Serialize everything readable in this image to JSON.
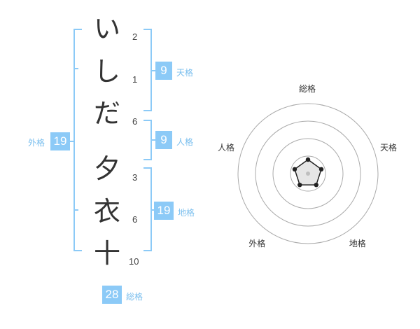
{
  "name": {
    "chars": [
      {
        "char": "い",
        "strokes": "2"
      },
      {
        "char": "し",
        "strokes": "1"
      },
      {
        "char": "だ",
        "strokes": "6"
      },
      {
        "char": "夕",
        "strokes": "3"
      },
      {
        "char": "衣",
        "strokes": "6"
      },
      {
        "char": "十",
        "strokes": "10"
      }
    ]
  },
  "kaku": {
    "tenkaku": {
      "value": "9",
      "label": "天格"
    },
    "jinkaku": {
      "value": "9",
      "label": "人格"
    },
    "chikaku": {
      "value": "19",
      "label": "地格"
    },
    "gaikaku": {
      "value": "19",
      "label": "外格"
    },
    "soukaku": {
      "value": "28",
      "label": "総格"
    }
  },
  "chart_data": {
    "type": "radar",
    "axes": [
      "総格",
      "天格",
      "地格",
      "外格",
      "人格"
    ],
    "values": [
      1,
      1,
      1,
      1,
      1
    ],
    "range": [
      0,
      5
    ],
    "rings": 4,
    "line_color": "#222222",
    "fill_color": "#e6e6e6",
    "ring_color": "#aaaaaa"
  },
  "colors": {
    "accent": "#8ccaf7",
    "label": "#7bbfee"
  }
}
